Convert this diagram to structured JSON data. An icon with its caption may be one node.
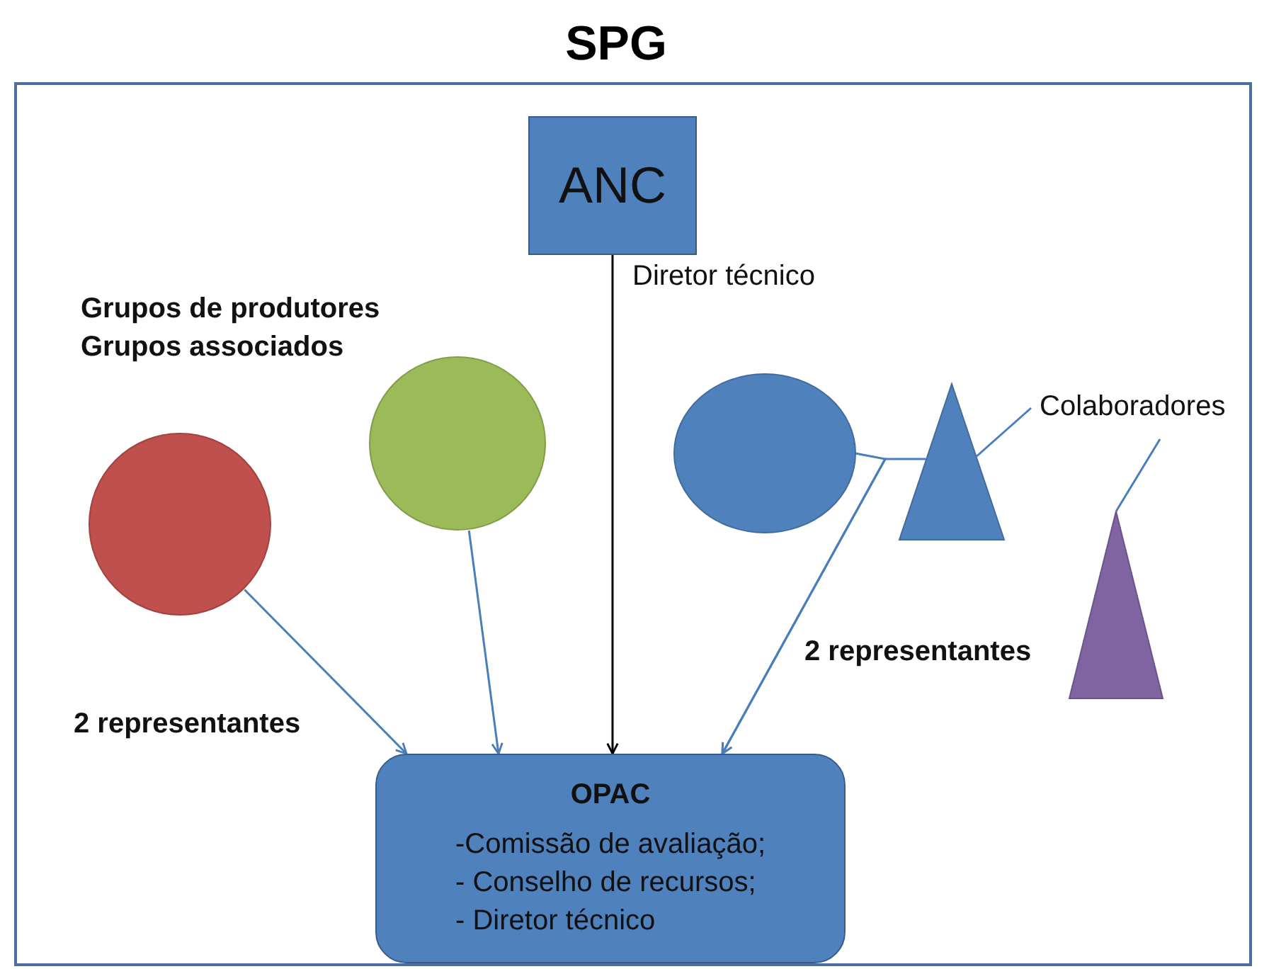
{
  "diagram": {
    "title": "SPG",
    "nodes": [
      {
        "text": [],
        "shape": "box"
      },
      {
        "text": [
          "ANC"
        ],
        "in": 0
      },
      {
        "text": [],
        "shape": "circle",
        "in": 0
      },
      {
        "text": [],
        "shape": "circle",
        "in": 0
      },
      {
        "text": [],
        "shape": "circle",
        "in": 0
      },
      {
        "text": [],
        "shape": "triangle",
        "in": 0
      },
      {
        "text": [
          "Colaboradores"
        ],
        "in": 0
      },
      {
        "text": [],
        "shape": "triangle",
        "in": 0
      },
      {
        "text": [
          "OPAC",
          "-Comissão de avaliação;",
          "- Conselho de recursos;",
          "- Diretor técnico"
        ],
        "in": 0
      }
    ],
    "edges": [
      {
        "from": 1,
        "to": 8,
        "arrow": "to",
        "label": "Diretor técnico",
        "color": "#000000"
      },
      {
        "from": 2,
        "to": 8,
        "arrow": "to"
      },
      {
        "from": 3,
        "to": 8,
        "arrow": "to"
      },
      {
        "from": 4,
        "to": 8,
        "arrow": "to"
      },
      {
        "from": 5,
        "to": 8,
        "arrow": "to"
      },
      {
        "from": 6,
        "to": 5,
        "arrow": "none"
      },
      {
        "from": 6,
        "to": 7,
        "arrow": "none"
      }
    ],
    "labels": [
      "Grupos de produtores",
      "Grupos associados",
      "2 representantes",
      "2 representantes"
    ]
  }
}
